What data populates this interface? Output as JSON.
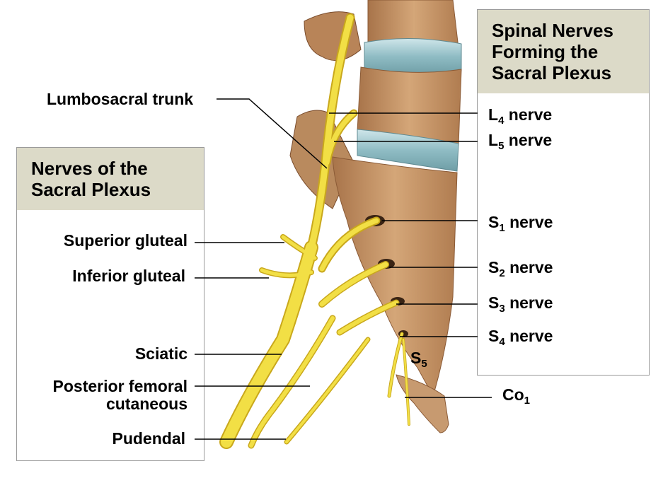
{
  "colors": {
    "nerve": "#f2df45",
    "nerve_dark": "#c9a81c",
    "bone": "#c9976a",
    "bone_dark": "#8a5a36",
    "disc": "#9fc6cc",
    "box_header": "#dcdac8",
    "box_border": "#9a9a9a"
  },
  "left_box": {
    "title_line1": "Nerves of the",
    "title_line2": "Sacral Plexus"
  },
  "right_box": {
    "title_line1": "Spinal Nerves",
    "title_line2": "Forming the",
    "title_line3": "Sacral Plexus"
  },
  "labels": {
    "lumbosacral_trunk": "Lumbosacral trunk",
    "superior_gluteal": "Superior gluteal",
    "inferior_gluteal": "Inferior gluteal",
    "sciatic": "Sciatic",
    "posterior_femoral_line1": "Posterior femoral",
    "posterior_femoral_line2": "cutaneous",
    "pudendal": "Pudendal",
    "l4": {
      "letter": "L",
      "sub": "4",
      "word": "nerve"
    },
    "l5": {
      "letter": "L",
      "sub": "5",
      "word": "nerve"
    },
    "s1": {
      "letter": "S",
      "sub": "1",
      "word": "nerve"
    },
    "s2": {
      "letter": "S",
      "sub": "2",
      "word": "nerve"
    },
    "s3": {
      "letter": "S",
      "sub": "3",
      "word": "nerve"
    },
    "s4": {
      "letter": "S",
      "sub": "4",
      "word": "nerve"
    },
    "s5": {
      "letter": "S",
      "sub": "5"
    },
    "co1": {
      "letter": "Co",
      "sub": "1"
    }
  }
}
